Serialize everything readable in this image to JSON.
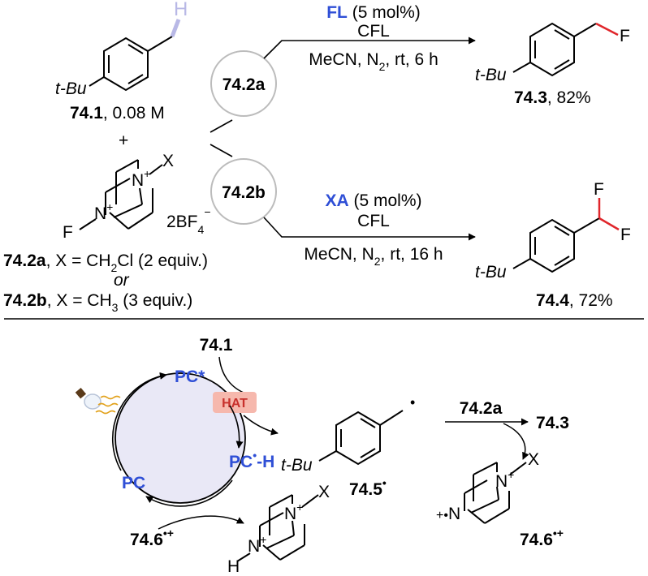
{
  "colors": {
    "accent_blue": "#2f4fd6",
    "highlight_h": "#b8b8e6",
    "bond_red": "#e0262b",
    "cycle_fill": "#e9e8f6",
    "circle_stroke": "#bcbcbc",
    "hat_badge": "#f6b8ad",
    "hat_text": "#c8302c",
    "swirl": "#e2a21d"
  },
  "top": {
    "sm_h": "H",
    "sm_tbu": "t-Bu",
    "sm_label": "74.1",
    "sm_conc": ", 0.08 M",
    "plus": "+",
    "reagent_x": "X",
    "reagent_n1": "N",
    "reagent_plus1": "+",
    "reagent_n2": "N",
    "reagent_plus2": "+",
    "reagent_f": "F",
    "reagent_counter": "2BF",
    "reagent_sub4": "4",
    "reagent_minus": "−",
    "line_a_label": "74.2a",
    "line_a_text1": ", X = CH",
    "line_a_sub": "2",
    "line_a_text2": "Cl (2 equiv.)",
    "or_text": "or",
    "line_b_label": "74.2b",
    "line_b_text": ", X = CH",
    "line_b_sub": "3",
    "line_b_text2": " (3 equiv.)",
    "circle_a": "74.2a",
    "circle_b": "74.2b",
    "cond_a_cat": "FL",
    "cond_a_loading": " (5 mol%)",
    "cond_a_light": "CFL",
    "cond_a_solv1": "MeCN, N",
    "cond_a_sub": "2",
    "cond_a_solv2": ", rt, 6 h",
    "cond_b_cat": "XA",
    "cond_b_loading": " (5 mol%)",
    "cond_b_light": "CFL",
    "cond_b_solv1": "MeCN, N",
    "cond_b_sub": "2",
    "cond_b_solv2": ", rt, 16 h",
    "prod_a_f": "F",
    "prod_a_tbu": "t-Bu",
    "prod_a_label": "74.3",
    "prod_a_yield": ", 82%",
    "prod_b_f1": "F",
    "prod_b_f2": "F",
    "prod_b_tbu": "t-Bu",
    "prod_b_label": "74.4",
    "prod_b_yield": ", 72%"
  },
  "mechanism": {
    "sm_label": "74.1",
    "pc_star": "PC*",
    "hat": "HAT",
    "pc_h_pc": "PC",
    "pc_h_dot": "•",
    "pc_h_h": "-H",
    "pc": "PC",
    "rc_label": "74.6",
    "rc_charge": "•+",
    "proton_x": "X",
    "proton_n1": "N",
    "proton_plus1": "+",
    "proton_n2": "N",
    "proton_plus2": "+",
    "proton_h": "H",
    "radical_tbu": "t-Bu",
    "radical_label": "74.5",
    "radical_dot": "•",
    "benzyl_dot": "•",
    "arrow_reagent": "74.2a",
    "arrow_product": "74.3",
    "rc2_x": "X",
    "rc2_n1": "N",
    "rc2_plus1": "+",
    "rc2_prefix": "+•",
    "rc2_n2": "N",
    "rc2_label": "74.6",
    "rc2_charge": "•+"
  }
}
